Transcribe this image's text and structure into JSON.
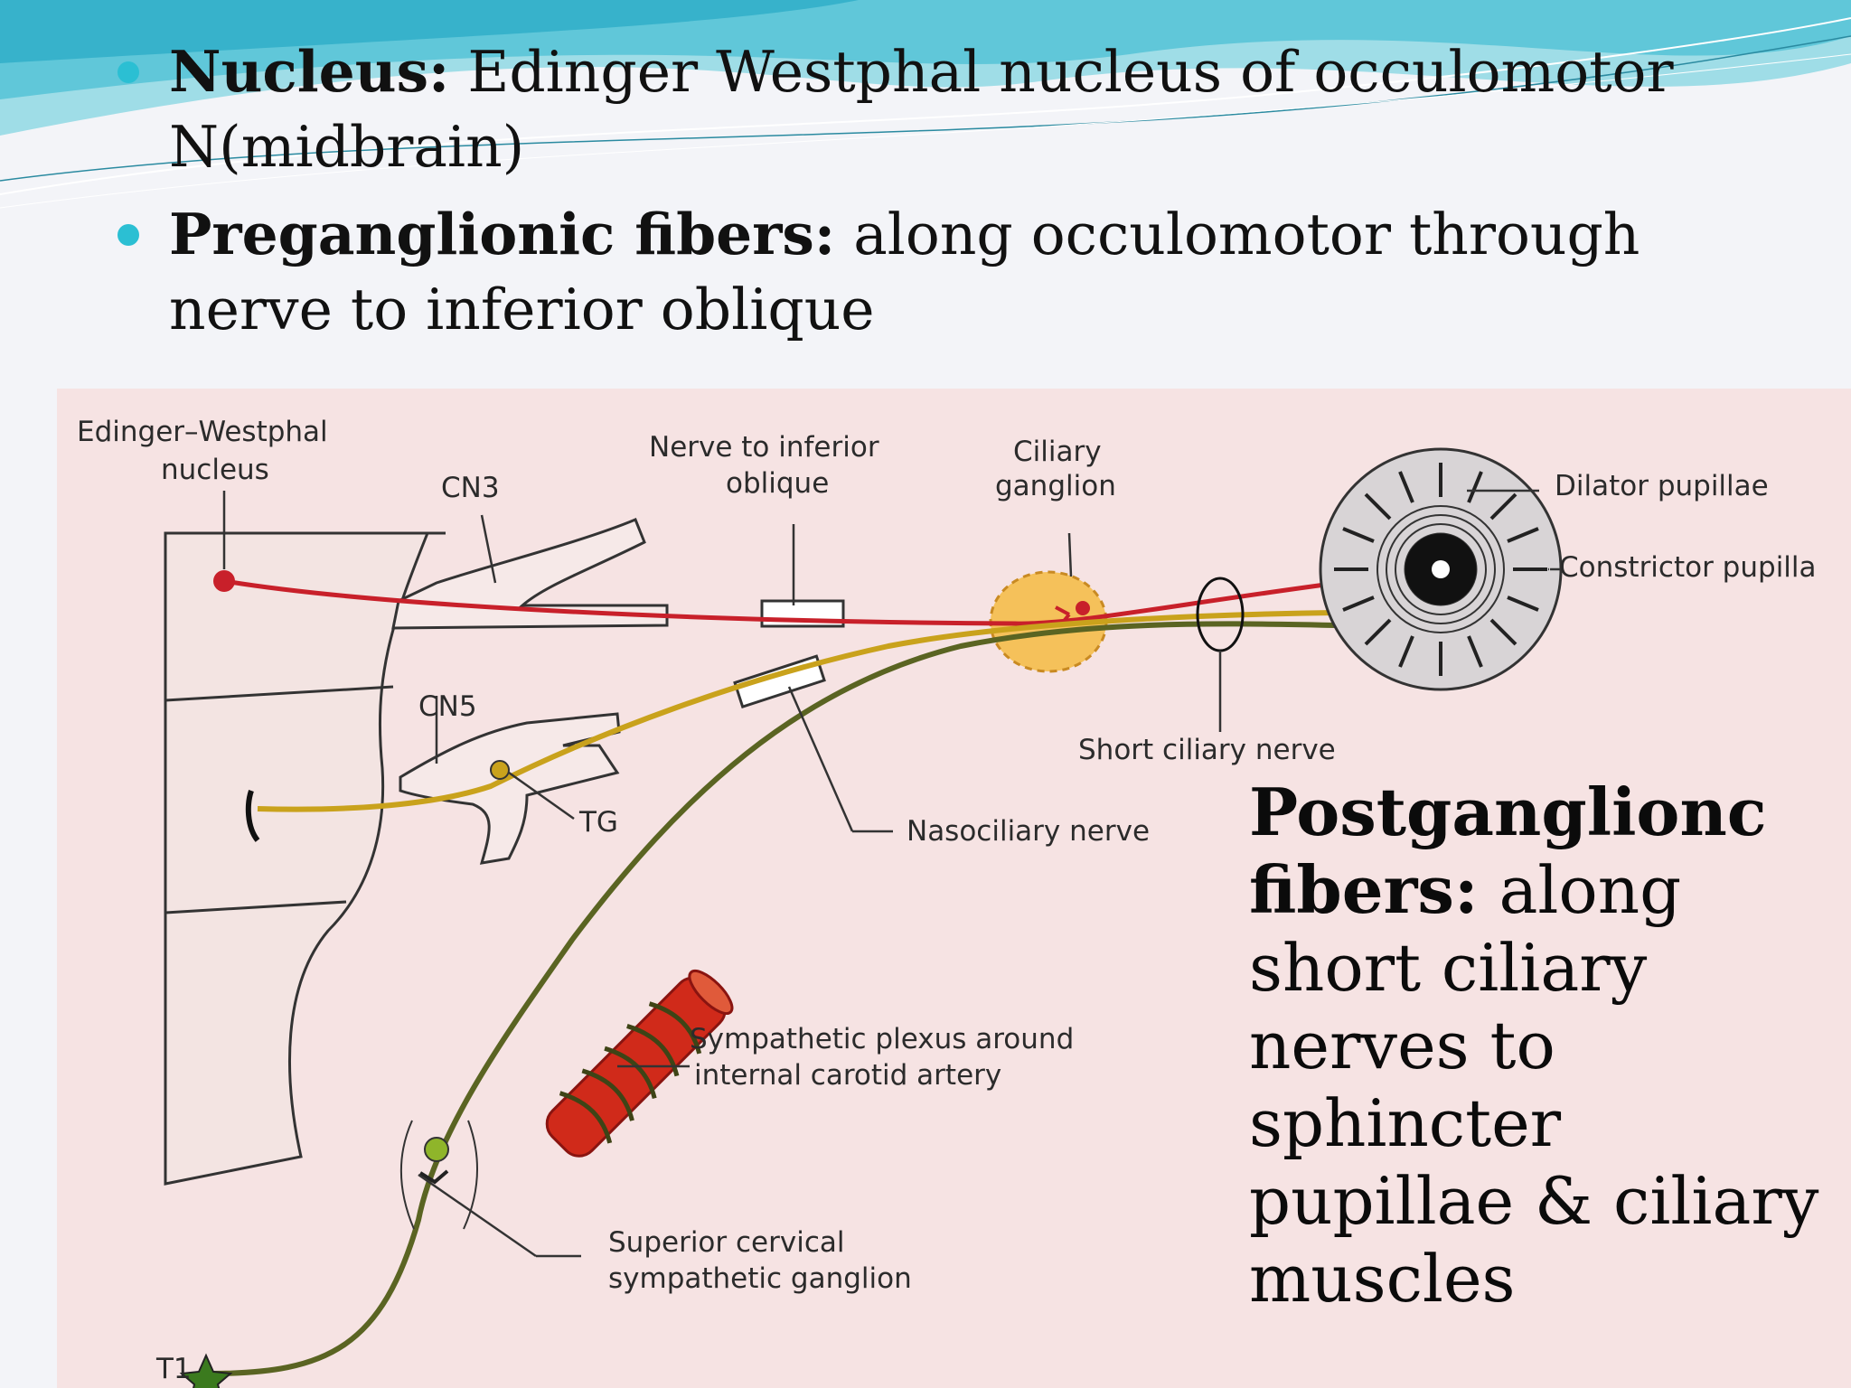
{
  "bullets": [
    {
      "term": "Nucleus:",
      "text": "Edinger Westphal nucleus of occulomotor N(midbrain)"
    },
    {
      "term": "Preganglionic fibers:",
      "text": "along occulomotor through nerve to inferior oblique"
    }
  ],
  "figure": {
    "labels": {
      "ew_nucleus_line1": "Edinger–Westphal",
      "ew_nucleus_line2": "nucleus",
      "cn3": "CN3",
      "nerve_inf_oblique_line1": "Nerve to inferior",
      "nerve_inf_oblique_line2": "oblique",
      "ciliary_ganglion_line1": "Ciliary",
      "ciliary_ganglion_line2": "ganglion",
      "dilator": "Dilator pupillae",
      "constrictor": "Constrictor pupilla",
      "cn5": "CN5",
      "short_ciliary": "Short ciliary nerve",
      "tg": "TG",
      "nasociliary": "Nasociliary nerve",
      "symp_plexus_line1": "Sympathetic plexus around",
      "symp_plexus_line2": "internal carotid artery",
      "sup_cervical_line1": "Superior cervical",
      "sup_cervical_line2": "sympathetic ganglion",
      "t1": "T1"
    },
    "colors": {
      "parasympathetic": "#c8202a",
      "sensory": "#c9a21c",
      "sympathetic": "#5a6422",
      "ganglion": "#f5c15a",
      "artery": "#d02a1a"
    }
  },
  "side_text": {
    "term": "Postganglionc fibers:",
    "text": "along short ciliary nerves to sphincter pupillae & ciliary muscles"
  }
}
